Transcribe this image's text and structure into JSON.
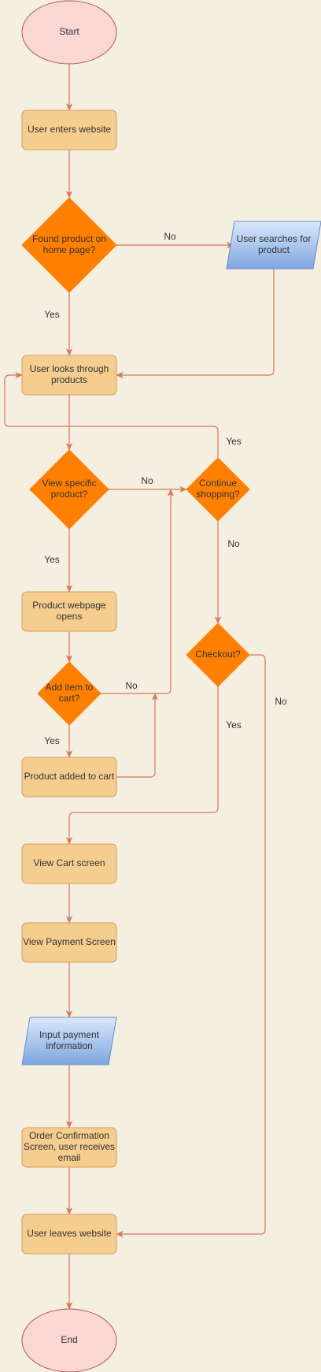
{
  "colors": {
    "background": "#f4efe0",
    "terminal_fill": "#f9d7d2",
    "terminal_stroke": "#b85450",
    "process_fill": "#f5cd8f",
    "process_stroke": "#d89b5b",
    "decision_fill": "#ff8000",
    "data_fill_top": "#dae8fc",
    "data_fill_bottom": "#7ea6e0",
    "data_stroke": "#6c8ebf",
    "edge": "#d4795b"
  },
  "nodes": {
    "start": {
      "shape": "terminal",
      "lines": [
        "Start"
      ]
    },
    "enters": {
      "shape": "process",
      "lines": [
        "User enters website"
      ]
    },
    "found": {
      "shape": "decision",
      "lines": [
        "Found product on",
        "home page?"
      ]
    },
    "searches": {
      "shape": "data",
      "lines": [
        "User searches for",
        "product"
      ]
    },
    "looks": {
      "shape": "process",
      "lines": [
        "User looks through",
        "products"
      ]
    },
    "view_specific": {
      "shape": "decision",
      "lines": [
        "View specific",
        "product?"
      ]
    },
    "continue": {
      "shape": "decision",
      "lines": [
        "Continue",
        "shopping?"
      ]
    },
    "webpage": {
      "shape": "process",
      "lines": [
        "Product webpage",
        "opens"
      ]
    },
    "add_item": {
      "shape": "decision",
      "lines": [
        "Add item to",
        "cart?"
      ]
    },
    "added": {
      "shape": "process",
      "lines": [
        "Product added to cart"
      ]
    },
    "checkout": {
      "shape": "decision",
      "lines": [
        "Checkout?"
      ]
    },
    "cart": {
      "shape": "process",
      "lines": [
        "View Cart screen"
      ]
    },
    "payment": {
      "shape": "process",
      "lines": [
        "View Payment Screen"
      ]
    },
    "input": {
      "shape": "data",
      "lines": [
        "Input payment",
        "information"
      ]
    },
    "confirm": {
      "shape": "process",
      "lines": [
        "Order Confirmation",
        "Screen, user receives",
        "email"
      ]
    },
    "leaves": {
      "shape": "process",
      "lines": [
        "User leaves website"
      ]
    },
    "end": {
      "shape": "terminal",
      "lines": [
        "End"
      ]
    }
  },
  "edges": [
    {
      "from": "start",
      "to": "enters",
      "label": ""
    },
    {
      "from": "enters",
      "to": "found",
      "label": ""
    },
    {
      "from": "found",
      "to": "searches",
      "label": "No"
    },
    {
      "from": "found",
      "to": "looks",
      "label": "Yes"
    },
    {
      "from": "searches",
      "to": "looks",
      "label": ""
    },
    {
      "from": "looks",
      "to": "view_specific",
      "label": ""
    },
    {
      "from": "continue",
      "to": "looks",
      "label": "Yes"
    },
    {
      "from": "view_specific",
      "to": "continue",
      "label": "No"
    },
    {
      "from": "view_specific",
      "to": "webpage",
      "label": "Yes"
    },
    {
      "from": "continue",
      "to": "checkout",
      "label": "No"
    },
    {
      "from": "webpage",
      "to": "add_item",
      "label": ""
    },
    {
      "from": "add_item",
      "to": "continue",
      "label": "No"
    },
    {
      "from": "add_item",
      "to": "added",
      "label": "Yes"
    },
    {
      "from": "added",
      "to": "continue",
      "label": ""
    },
    {
      "from": "checkout",
      "to": "cart",
      "label": "Yes"
    },
    {
      "from": "checkout",
      "to": "leaves",
      "label": "No"
    },
    {
      "from": "cart",
      "to": "payment",
      "label": ""
    },
    {
      "from": "payment",
      "to": "input",
      "label": ""
    },
    {
      "from": "input",
      "to": "confirm",
      "label": ""
    },
    {
      "from": "confirm",
      "to": "leaves",
      "label": ""
    },
    {
      "from": "leaves",
      "to": "end",
      "label": ""
    }
  ]
}
